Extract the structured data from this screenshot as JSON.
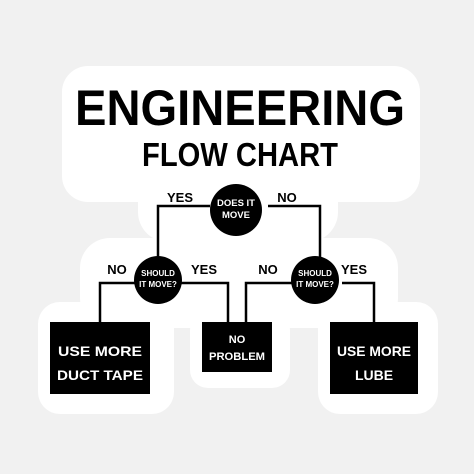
{
  "title_line1": "ENGINEERING",
  "title_line2": "FLOW CHART",
  "nodes": {
    "root": [
      "DOES IT",
      "MOVE"
    ],
    "left_question": [
      "SHOULD",
      "IT MOVE?"
    ],
    "right_question": [
      "SHOULD",
      "IT MOVE?"
    ],
    "left_result": [
      "USE MORE",
      "DUCT TAPE"
    ],
    "middle_result": [
      "NO",
      "PROBLEM"
    ],
    "right_result": [
      "USE MORE",
      "LUBE"
    ]
  },
  "edges": {
    "root_yes": "YES",
    "root_no": "NO",
    "left_no": "NO",
    "left_yes": "YES",
    "right_no": "NO",
    "right_yes": "YES"
  },
  "colors": {
    "background": "#f1f1f1",
    "sticker": "#ffffff",
    "ink": "#000000",
    "node_text": "#ffffff"
  }
}
